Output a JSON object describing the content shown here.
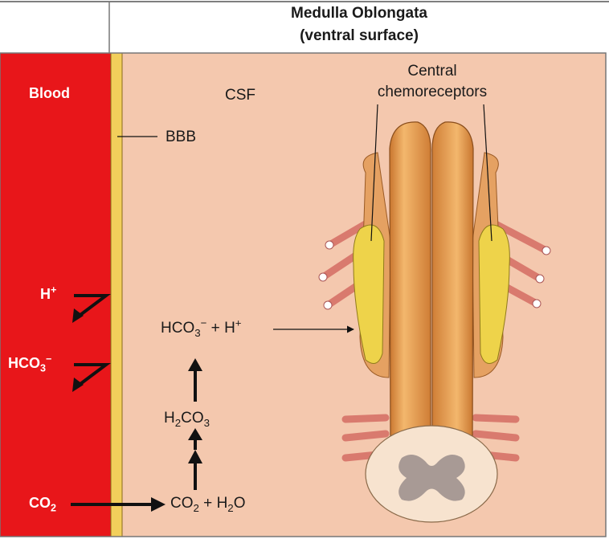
{
  "title": {
    "line1": "Medulla Oblongata",
    "line2": "(ventral surface)"
  },
  "regions": {
    "blood": "Blood",
    "csf": "CSF",
    "bbb": "BBB"
  },
  "receptors": {
    "line1": "Central",
    "line2": "chemoreceptors"
  },
  "blood_ions": {
    "h": {
      "base": "H",
      "sup": "+"
    },
    "hco3": {
      "base": "HCO",
      "sub": "3",
      "sup": "−"
    },
    "co2": {
      "base": "CO",
      "sub": "2"
    }
  },
  "reactions": {
    "top": {
      "a": "HCO",
      "a_sub": "3",
      "a_sup": "−",
      "plus": " + ",
      "b": "H",
      "b_sup": "+"
    },
    "middle": {
      "a": "H",
      "a_sub": "2",
      "b": "CO",
      "b_sub": "3"
    },
    "bottom": {
      "a": "CO",
      "a_sub": "2",
      "plus": " + ",
      "b": "H",
      "b_sub": "2",
      "c": "O"
    }
  },
  "colors": {
    "blood": "#e8161a",
    "csf": "#f4c8ae",
    "bbb": "#f2cf5b",
    "medulla": "#d9893f",
    "medulla_light": "#f0b46e",
    "chemoreceptor": "#eed34a",
    "nerve": "#d97a6e"
  }
}
